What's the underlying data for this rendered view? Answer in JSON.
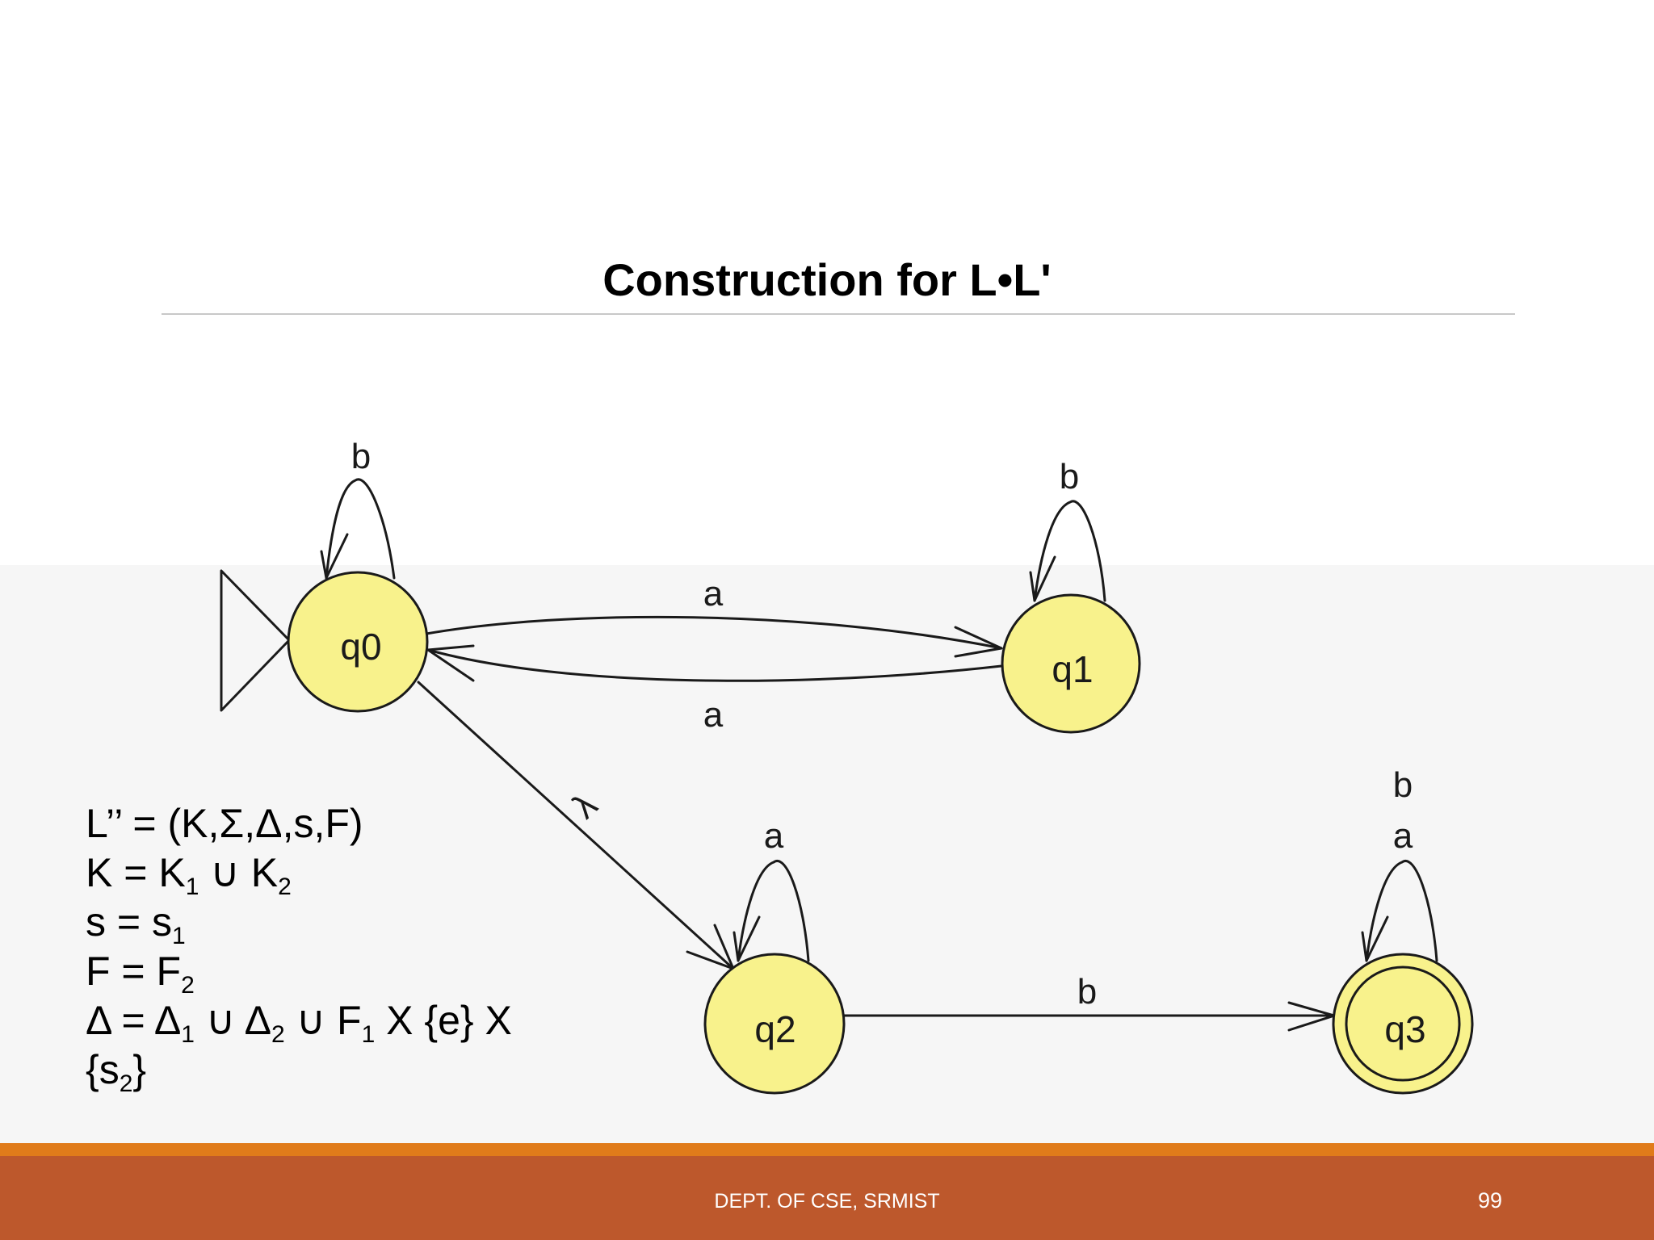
{
  "slide": {
    "title": "Construction for L•L'",
    "footer_text": "DEPT. OF CSE, SRMIST",
    "page_number": "99"
  },
  "diagram": {
    "states": [
      {
        "id": "q0",
        "label": "q0",
        "initial": true,
        "final": false
      },
      {
        "id": "q1",
        "label": "q1",
        "initial": false,
        "final": false
      },
      {
        "id": "q2",
        "label": "q2",
        "initial": false,
        "final": false
      },
      {
        "id": "q3",
        "label": "q3",
        "initial": false,
        "final": true
      }
    ],
    "transitions": [
      {
        "from": "q0",
        "to": "q0",
        "label": "b"
      },
      {
        "from": "q1",
        "to": "q1",
        "label": "b"
      },
      {
        "from": "q0",
        "to": "q1",
        "label": "a"
      },
      {
        "from": "q1",
        "to": "q0",
        "label": "a"
      },
      {
        "from": "q0",
        "to": "q2",
        "label": "λ"
      },
      {
        "from": "q2",
        "to": "q2",
        "label": "a"
      },
      {
        "from": "q2",
        "to": "q3",
        "label": "b"
      },
      {
        "from": "q3",
        "to": "q3",
        "label": "a"
      },
      {
        "from": "q3",
        "to": "q3",
        "label": "b"
      }
    ],
    "colors": {
      "state_fill": "#f8f28c",
      "stroke": "#1a1a1a"
    }
  },
  "definition": {
    "lhs1": "L’’ = (K,Σ,Δ,s,F)",
    "l2_a": "K = K",
    "l2_sub1": "1",
    "l2_b": " ∪ K",
    "l2_sub2": "2",
    "l3_a": "s = s",
    "l3_sub": "1",
    "l4_a": "F = F",
    "l4_sub": "2",
    "l5_a": "Δ = Δ",
    "l5_sub1": "1",
    "l5_b": " ∪ Δ",
    "l5_sub2": "2",
    "l5_c": " ∪ F",
    "l5_sub3": "1",
    "l5_d": " X {e} X",
    "l6_a": "{s",
    "l6_sub": "2",
    "l6_b": "}"
  }
}
